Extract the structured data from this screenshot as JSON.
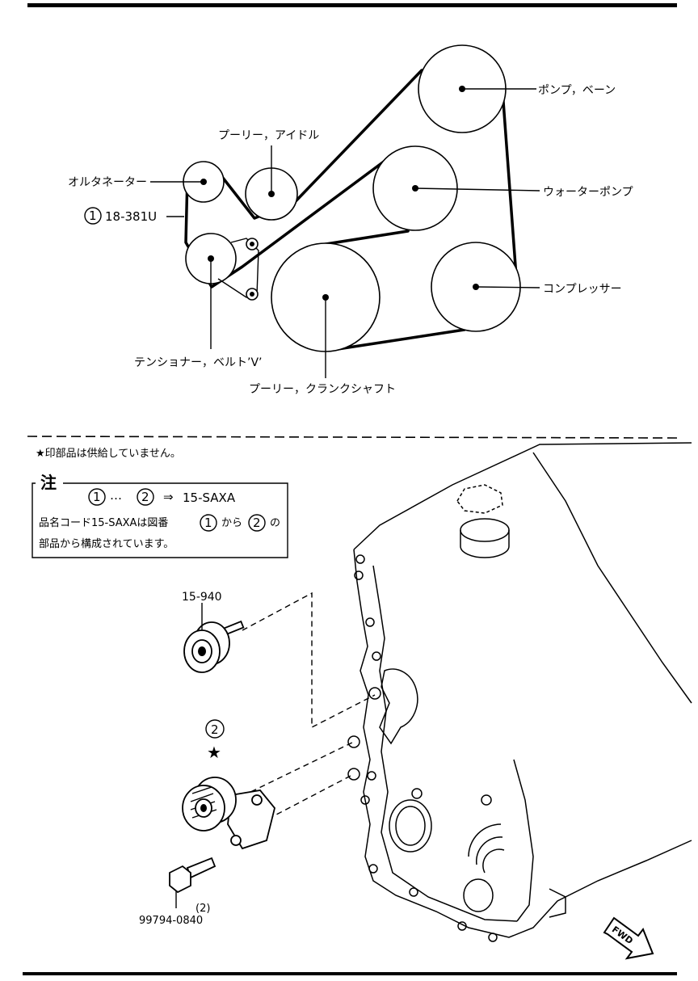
{
  "belt_diagram": {
    "labels": {
      "vane_pump": "ポンプ，ベーン",
      "idler_pulley": "プーリー，アイドル",
      "alternator": "オルタネーター",
      "water_pump": "ウォーターポンプ",
      "ref_number": "1",
      "ref_code": "18-381U",
      "compressor": "コンプレッサー",
      "tensioner": "テンショナー，ベルト’V’",
      "crank_pulley": "プーリー，クランクシャフト"
    }
  },
  "notice": {
    "not_supplied": "★印部品は供給していません。",
    "note_title": "注",
    "range_from": "1",
    "range_dots": "…",
    "range_to": "2",
    "range_arrow": "⇒",
    "range_code": "15-SAXA",
    "line2_prefix": "品名コード15-SAXAは図番",
    "line2_num1": "1",
    "line2_mid": "から",
    "line2_num2": "2",
    "line2_suffix": "の",
    "line3": "部品から構成されています。"
  },
  "parts": {
    "idler_code": "15-940",
    "tensioner_num": "2",
    "tensioner_star": "★",
    "bolt_qty": "(2)",
    "bolt_code": "99794-0840"
  },
  "direction": {
    "label": "FWD"
  }
}
